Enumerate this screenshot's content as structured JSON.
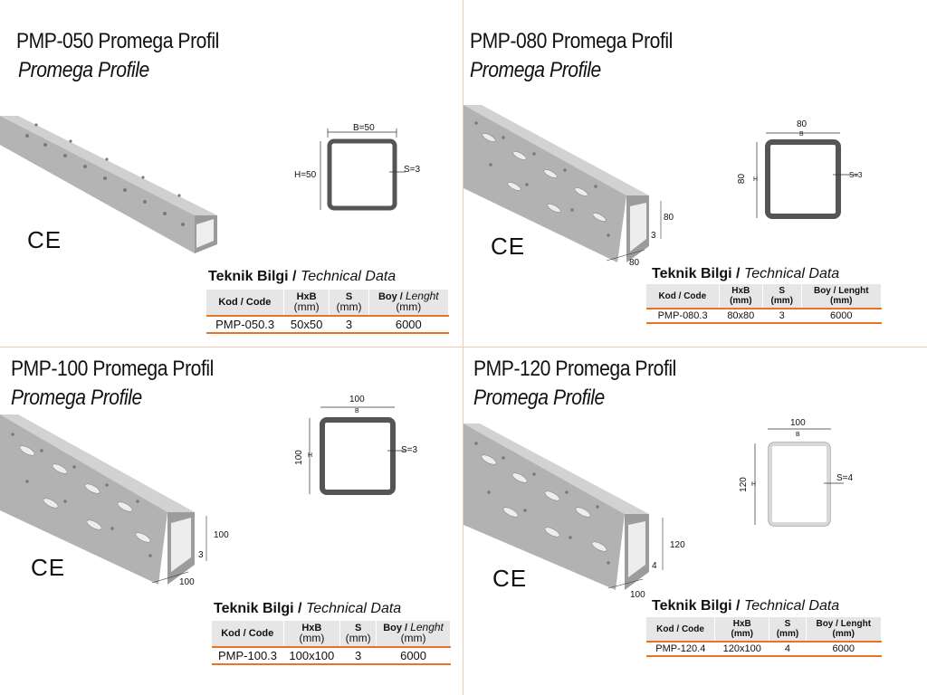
{
  "products": [
    {
      "title": "PMP-050 Promega Profil",
      "subtitle": "Promega Profile",
      "ce": "CE",
      "section": {
        "b_label": "B=50",
        "h_label": "H=50",
        "s_label": "S=3"
      },
      "profile_dims": {
        "width": "",
        "height": "",
        "thickness": ""
      },
      "tech_heading_bold": "Teknik Bilgi /",
      "tech_heading_italic": "Technical Data",
      "table": {
        "headers": [
          "Kod / Code",
          "HxB",
          "(mm)",
          "S",
          "(mm)",
          "Boy /",
          "Lenght",
          "(mm)"
        ],
        "row": [
          "PMP-050.3",
          "50x50",
          "3",
          "6000"
        ]
      }
    },
    {
      "title": "PMP-080 Promega Profil",
      "subtitle": "Promega Profile",
      "ce": "CE",
      "section": {
        "b_label": "B",
        "b_value": "80",
        "h_label": "H",
        "h_value": "80",
        "s_label": "S=3"
      },
      "profile_dims": {
        "width": "80",
        "height": "80",
        "thickness": "3"
      },
      "tech_heading_bold": "Teknik Bilgi /",
      "tech_heading_italic": "Technical Data",
      "table": {
        "headers": [
          "Kod / Code",
          "HxB",
          "(mm)",
          "S",
          "(mm)",
          "Boy / Lenght",
          "(mm)"
        ],
        "row": [
          "PMP-080.3",
          "80x80",
          "3",
          "6000"
        ]
      }
    },
    {
      "title": "PMP-100 Promega Profil",
      "subtitle": "Promega Profile",
      "ce": "CE",
      "section": {
        "b_label": "B",
        "b_value": "100",
        "h_label": "H",
        "h_value": "100",
        "s_label": "S=3"
      },
      "profile_dims": {
        "width": "100",
        "height": "100",
        "thickness": "3"
      },
      "tech_heading_bold": "Teknik Bilgi /",
      "tech_heading_italic": "Technical Data",
      "table": {
        "headers": [
          "Kod / Code",
          "HxB",
          "(mm)",
          "S",
          "(mm)",
          "Boy /",
          "Lenght",
          "(mm)"
        ],
        "row": [
          "PMP-100.3",
          "100x100",
          "3",
          "6000"
        ]
      }
    },
    {
      "title": "PMP-120 Promega Profil",
      "subtitle": "Promega Profile",
      "ce": "CE",
      "section": {
        "b_label": "B",
        "b_value": "100",
        "h_label": "H",
        "h_value": "120",
        "s_label": "S=4"
      },
      "profile_dims": {
        "width": "100",
        "height": "120",
        "thickness": "4"
      },
      "tech_heading_bold": "Teknik Bilgi /",
      "tech_heading_italic": "Technical Data",
      "table": {
        "headers": [
          "Kod / Code",
          "HxB",
          "(mm)",
          "S",
          "(mm)",
          "Boy / Lenght",
          "(mm)"
        ],
        "row": [
          "PMP-120.4",
          "120x100",
          "4",
          "6000"
        ]
      }
    }
  ],
  "colors": {
    "accent": "#e8742a",
    "profile_metal": "#b8b8b8",
    "divider": "#f3c9b0"
  }
}
